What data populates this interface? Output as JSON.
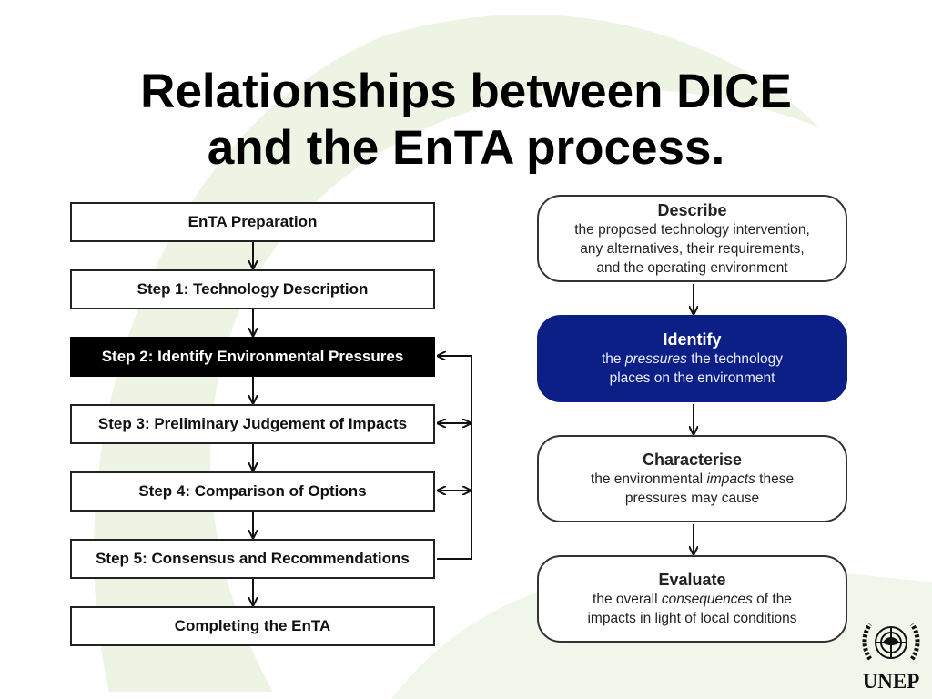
{
  "slide": {
    "title_line1": "Relationships between DICE",
    "title_line2": "and the EnTA process."
  },
  "left_steps": [
    {
      "label": "EnTA Preparation"
    },
    {
      "label": "Step 1: Technology Description"
    },
    {
      "label": "Step 2: Identify Environmental Pressures",
      "highlighted": true
    },
    {
      "label": "Step 3: Preliminary Judgement of Impacts"
    },
    {
      "label": "Step 4: Comparison of Options"
    },
    {
      "label": "Step 5: Consensus and Recommendations"
    },
    {
      "label": "Completing the EnTA"
    }
  ],
  "dice": [
    {
      "title": "Describe",
      "line1": "the proposed technology intervention,",
      "line2": "any alternatives, their requirements,",
      "line3": "and the operating environment"
    },
    {
      "title": "Identify",
      "line1_pre": "the ",
      "line1_em": "pressures",
      "line1_post": " the technology",
      "line2": "places on the environment",
      "highlighted": true
    },
    {
      "title": "Characterise",
      "line1_pre": "the environmental ",
      "line1_em": "impacts",
      "line1_post": " these",
      "line2": "pressures may cause"
    },
    {
      "title": "Evaluate",
      "line1_pre": "the overall ",
      "line1_em": "consequences",
      "line1_post": " of the",
      "line2": "impacts in light of local conditions"
    }
  ],
  "colors": {
    "highlight_left": "#000000",
    "highlight_right": "#0b1f86",
    "background_swirl": "#eef4e3"
  },
  "logo": {
    "text": "UNEP",
    "icon": "un-emblem-icon"
  }
}
